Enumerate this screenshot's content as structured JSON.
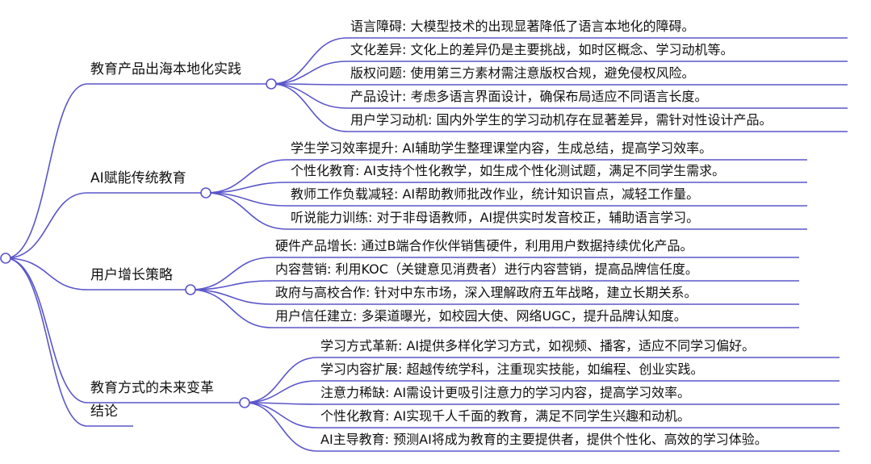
{
  "colors": {
    "line": "#5a56c9",
    "node_fill": "#ffffff",
    "text": "#111111"
  },
  "branches": [
    {
      "label": "教育产品出海本地化实践",
      "leaves": [
        "语言障碍: 大模型技术的出现显著降低了语言本地化的障碍。",
        "文化差异: 文化上的差异仍是主要挑战，如时区概念、学习动机等。",
        "版权问题: 使用第三方素材需注意版权合规，避免侵权风险。",
        "产品设计: 考虑多语言界面设计，确保布局适应不同语言长度。",
        "用户学习动机: 国内外学生的学习动机存在显著差异，需针对性设计产品。"
      ]
    },
    {
      "label": "AI赋能传统教育",
      "leaves": [
        "学生学习效率提升: AI辅助学生整理课堂内容，生成总结，提高学习效率。",
        "个性化教育: AI支持个性化教学，如生成个性化测试题，满足不同学生需求。",
        "教师工作负载减轻: AI帮助教师批改作业，统计知识盲点，减轻工作量。",
        "听说能力训练: 对于非母语教师，AI提供实时发音校正，辅助语言学习。"
      ]
    },
    {
      "label": "用户增长策略",
      "leaves": [
        "硬件产品增长: 通过B端合作伙伴销售硬件，利用用户数据持续优化产品。",
        "内容营销: 利用KOC（关键意见消费者）进行内容营销，提高品牌信任度。",
        "政府与高校合作: 针对中东市场，深入理解政府五年战略，建立长期关系。",
        "用户信任建立: 多渠道曝光，如校园大使、网络UGC，提升品牌认知度。"
      ]
    },
    {
      "label": "教育方式的未来变革",
      "leaves": [
        "学习方式革新: AI提供多样化学习方式，如视频、播客，适应不同学习偏好。",
        "学习内容扩展: 超越传统学科，注重现实技能，如编程、创业实践。",
        "注意力稀缺: AI需设计更吸引注意力的学习内容，提高学习效率。",
        "个性化教育: AI实现千人千面的教育，满足不同学生兴趣和动机。",
        "AI主导教育: 预测AI将成为教育的主要提供者，提供个性化、高效的学习体验。"
      ]
    },
    {
      "label": "结论",
      "leaves": []
    }
  ]
}
